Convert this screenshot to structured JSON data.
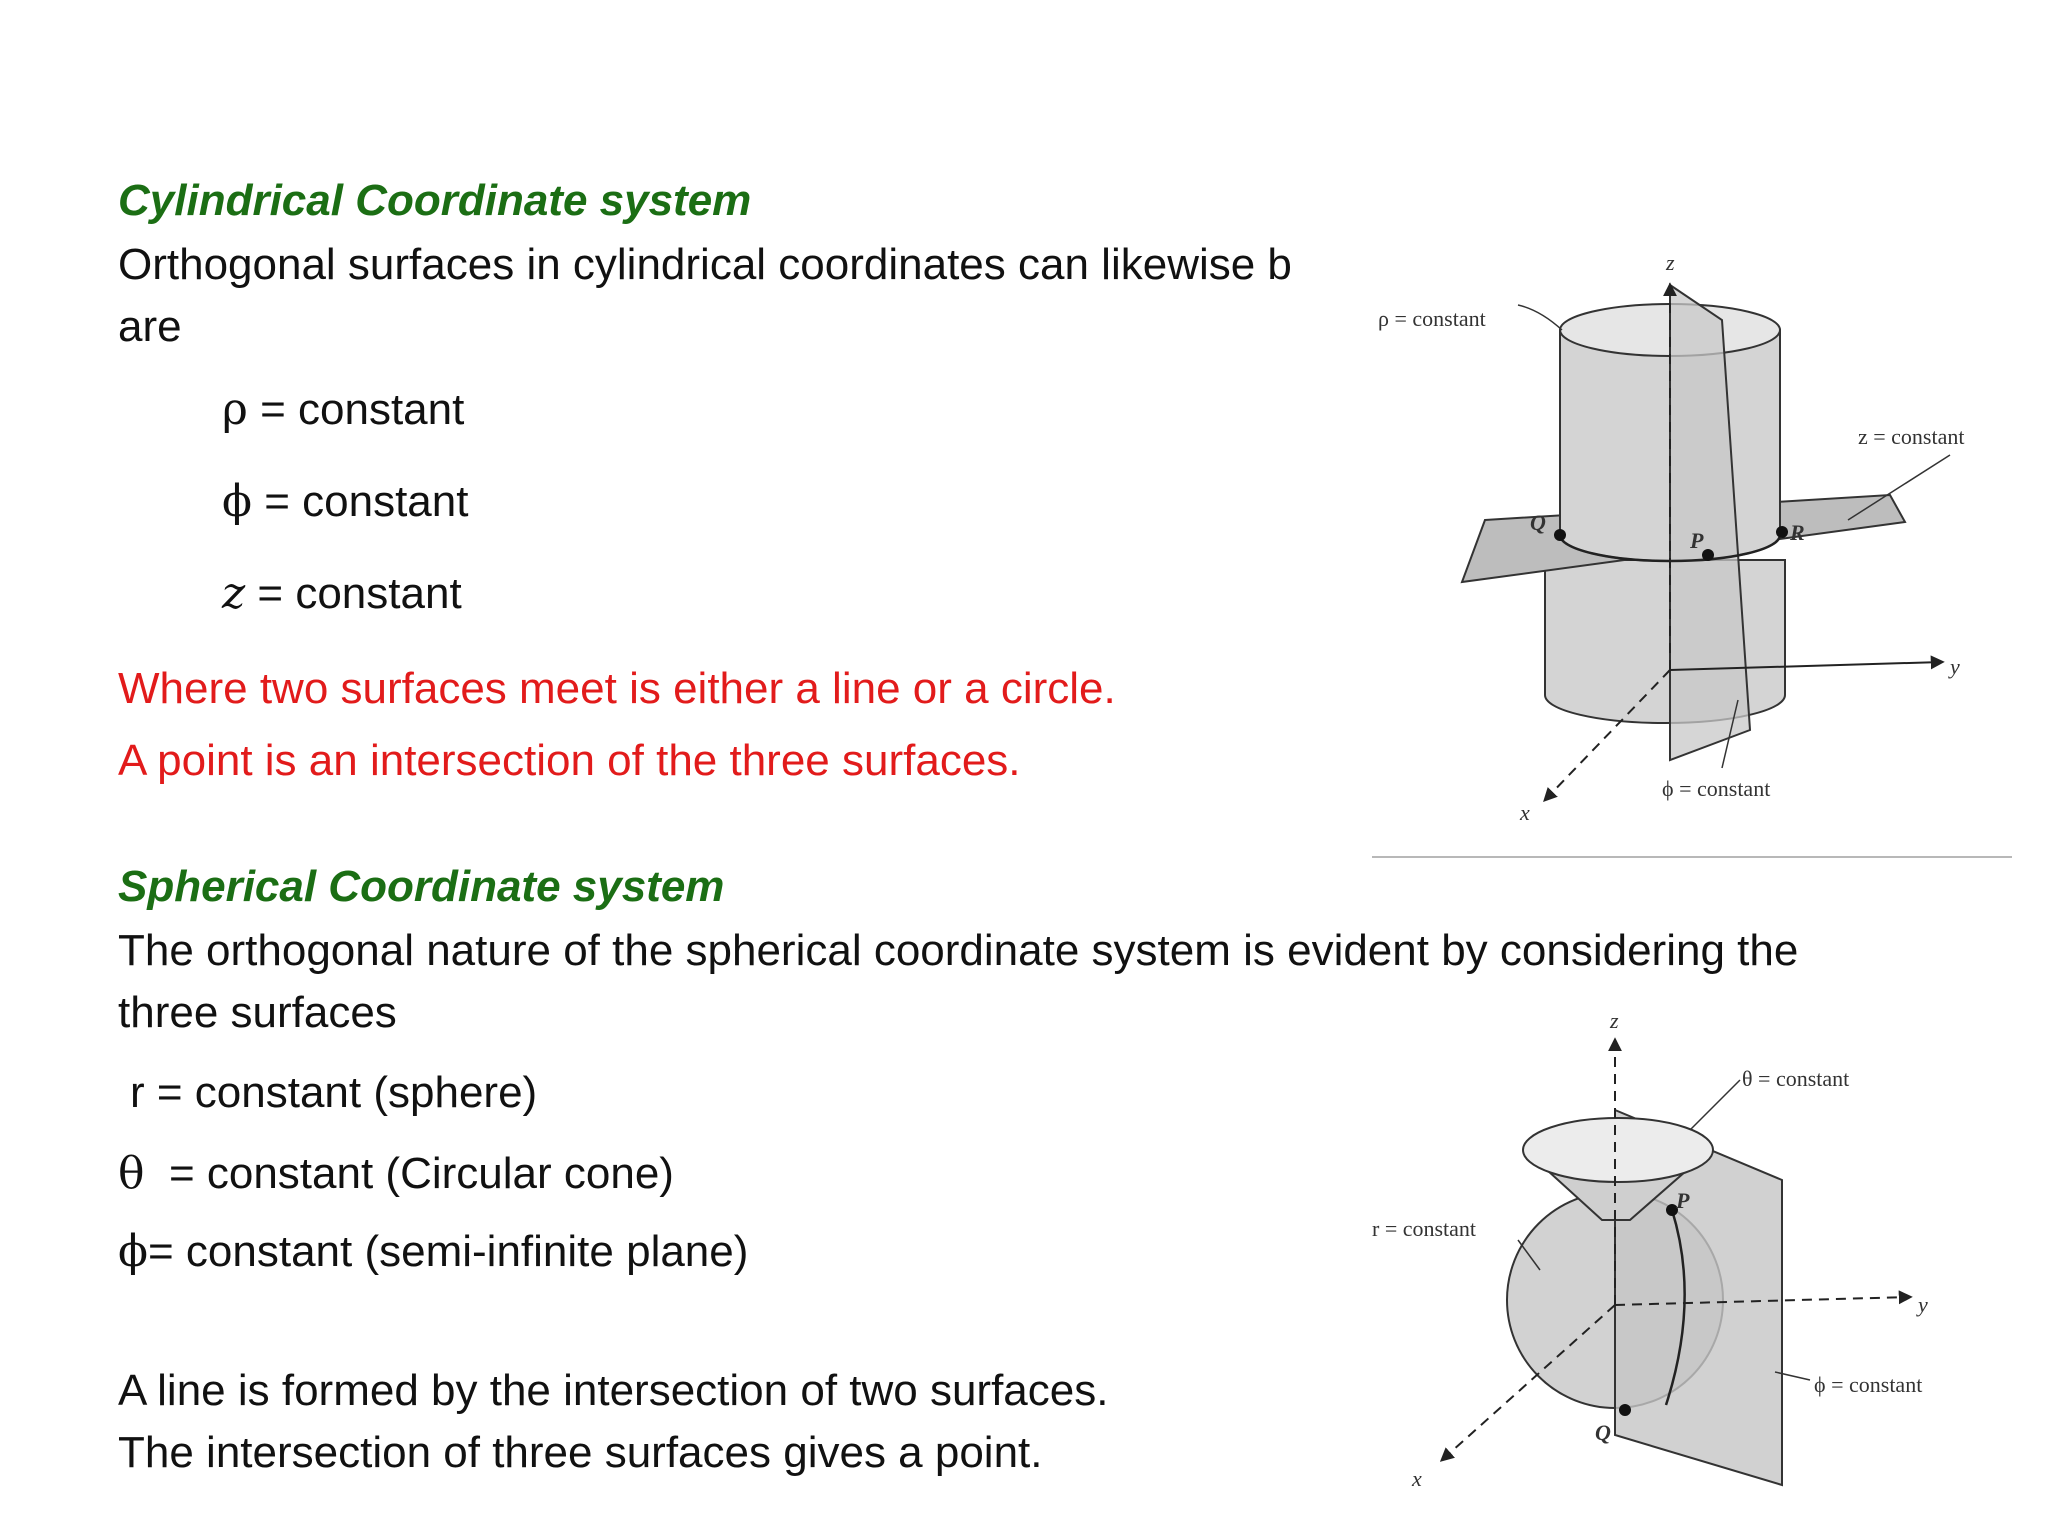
{
  "cyl": {
    "heading": "Cylindrical Coordinate system",
    "intro_line1": "Orthogonal surfaces in cylindrical coordinates can likewise b",
    "intro_line2": "are",
    "eq1_sym": "ρ",
    "eq1_rest": " = constant",
    "eq2_sym": "ϕ",
    "eq2_rest": " = constant",
    "eq3_sym": "z",
    "eq3_rest": " = constant",
    "note1": "Where two surfaces meet is either a line or a circle.",
    "note2": "A point is an intersection of the three surfaces.",
    "figure": {
      "z_axis": "z",
      "y_axis": "y",
      "x_axis": "x",
      "rho_label": "ρ = constant",
      "z_label": "z = constant",
      "phi_label": "ϕ = constant",
      "point_q": "Q",
      "point_p": "P",
      "point_r": "R"
    }
  },
  "sph": {
    "heading": "Spherical Coordinate system",
    "intro_line1": "The orthogonal nature of the spherical coordinate system is evident by considering the",
    "intro_line2": "three surfaces",
    "eq1": "r = constant (sphere)",
    "eq2_sym": "θ",
    "eq2_rest": "  = constant (Circular cone)",
    "eq3_sym": "ϕ",
    "eq3_rest": "= constant (semi-infinite plane)",
    "note1": "A line is formed by the intersection of two surfaces.",
    "note2": "The intersection of three surfaces gives a point.",
    "figure": {
      "z_axis": "z",
      "y_axis": "y",
      "x_axis": "x",
      "theta_label": "θ = constant",
      "r_label": "r = constant",
      "phi_label": "ϕ = constant",
      "point_p": "P",
      "point_q": "Q"
    }
  }
}
